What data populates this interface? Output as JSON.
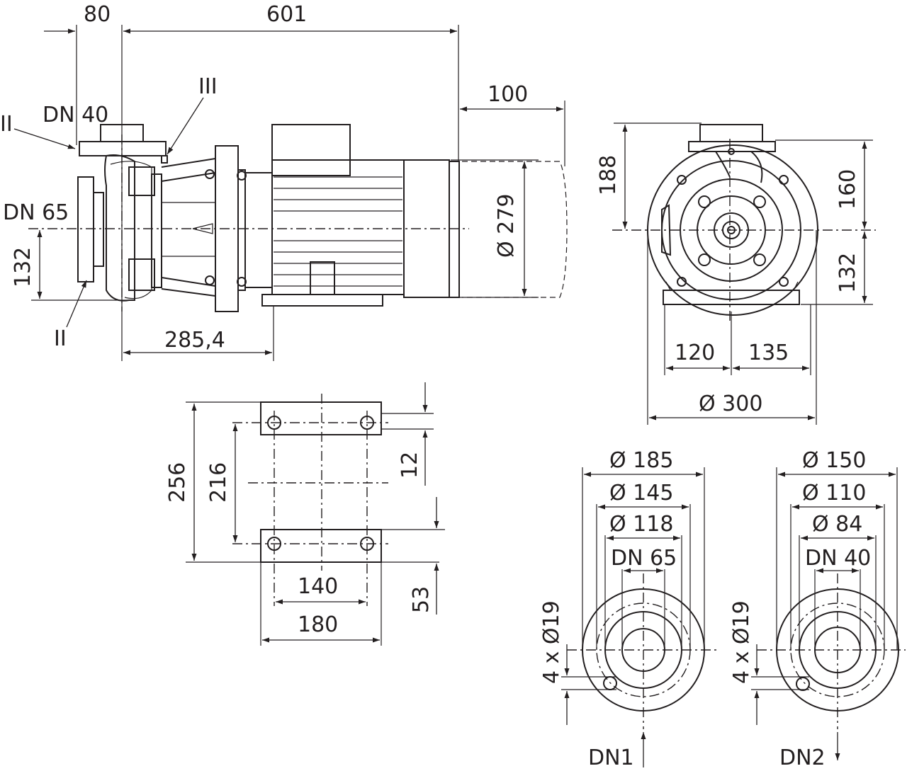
{
  "side_view": {
    "dim_top_left": "80",
    "dim_top_overall": "601",
    "dim_right_motor": "100",
    "label_roman_three": "III",
    "label_roman_two_top": "II",
    "label_roman_two_bottom": "II",
    "label_dn_outlet": "DN 40",
    "label_dn_inlet": "DN 65",
    "dim_shaft_height": "132",
    "dim_motor_diameter": "Ø 279",
    "dim_base_offset": "285,4"
  },
  "front_view": {
    "dim_188": "188",
    "dim_160": "160",
    "dim_132": "132",
    "dim_120": "120",
    "dim_135": "135",
    "dim_diameter_300": "Ø 300"
  },
  "foot_plan": {
    "dim_256": "256",
    "dim_216": "216",
    "dim_12": "12",
    "dim_53": "53",
    "dim_140": "140",
    "dim_180": "180"
  },
  "flange_dn1": {
    "dim_outer": "Ø 185",
    "dim_bolt_circle": "Ø 145",
    "dim_raised_face": "Ø 118",
    "dim_bore": "DN 65",
    "holes": "4 x Ø19",
    "name": "DN1"
  },
  "flange_dn2": {
    "dim_outer": "Ø 150",
    "dim_bolt_circle": "Ø 110",
    "dim_raised_face": "Ø 84",
    "dim_bore": "DN 40",
    "holes": "4 x Ø19",
    "name": "DN2"
  }
}
